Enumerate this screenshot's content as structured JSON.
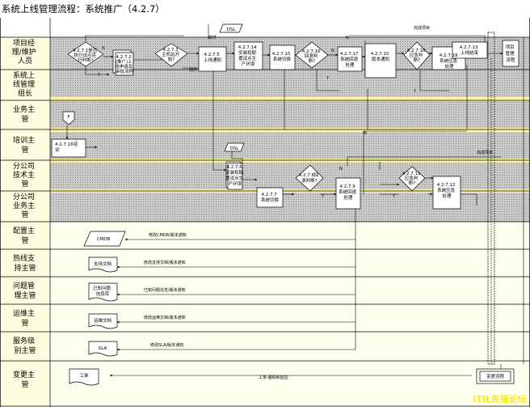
{
  "title": "系统上线管理流程：系统推广（4.2.7）",
  "watermark": "ITIL先锋论坛",
  "lanes": [
    {
      "id": "pm",
      "label": [
        "项目经",
        "理/维护",
        "人员"
      ]
    },
    {
      "id": "gl",
      "label": [
        "系统上",
        "线管理",
        "组长"
      ]
    },
    {
      "id": "biz",
      "label": [
        "业务主",
        "管"
      ]
    },
    {
      "id": "train",
      "label": [
        "培训主",
        "管"
      ]
    },
    {
      "id": "tech",
      "label": [
        "分公司",
        "技术主",
        "管"
      ]
    },
    {
      "id": "bizb",
      "label": [
        "分公司",
        "业务主",
        "管"
      ]
    },
    {
      "id": "cfg",
      "label": [
        "配置主",
        "管"
      ]
    },
    {
      "id": "hot",
      "label": [
        "热线支",
        "持主管"
      ]
    },
    {
      "id": "prob",
      "label": [
        "问题管",
        "理主管"
      ]
    },
    {
      "id": "ops",
      "label": [
        "运维主",
        "管"
      ]
    },
    {
      "id": "sla",
      "label": [
        "服务级",
        "别主管"
      ]
    },
    {
      "id": "chg",
      "label": [
        "变更主",
        "管"
      ]
    }
  ],
  "nodes": {
    "d1": [
      "4.2.7.1是否",
      "执行试点运",
      "行判断?"
    ],
    "b2": [
      "4.2.7.2",
      "(推广)上",
      "线申请及",
      "审批流程"
    ],
    "d3": [
      "4.2.7.3",
      "主机站开",
      "始?"
    ],
    "b5": [
      "4.2.7.5",
      "上线通知"
    ],
    "b14": [
      "4.2.7.14",
      "安装和配",
      "置试点生",
      "产环境"
    ],
    "b15": [
      "4.2.7.15",
      "系统切换"
    ],
    "d16": [
      "4.2.7.16",
      "回滚判",
      "断?"
    ],
    "b17": [
      "4.2.7.17",
      "系统回退",
      "处理"
    ],
    "b10": [
      "4.2.7.10",
      "版本通知"
    ],
    "d18": [
      "4.2.7.18",
      "应急判",
      "断?"
    ],
    "b19": [
      "4.2.7.19",
      "系统应急",
      "处理"
    ],
    "b13": [
      "4.2.7.13",
      "上线结束"
    ],
    "b_end": [
      "项目",
      "管理",
      "流程"
    ],
    "p_f": "F",
    "b16t": [
      "4.2.7.16培",
      "训"
    ],
    "b6": [
      "4.2.7.6",
      "安装和配",
      "置试点生",
      "产环境"
    ],
    "b7": [
      "4.2.7.7",
      "系统切换"
    ],
    "d8": [
      "4.2.7.8回",
      "滚判断?"
    ],
    "b9": [
      "4.2.7.9",
      "系统回退",
      "处理"
    ],
    "d11": [
      "4.2.7.11",
      "应急判",
      "断?"
    ],
    "b12": [
      "4.2.7.12",
      "系统应急",
      "处理"
    ],
    "dsl1": "DSL",
    "dsl2": "DSL",
    "cmdb": "CMDB",
    "doc_hot": "支持文档",
    "doc_prob": [
      "已知问题",
      "信息库"
    ],
    "doc_ops": "运维文档",
    "doc_sla": "SLA",
    "doc_chg": "工单",
    "chg_proc": "变更流程"
  },
  "edge_labels": {
    "yes1": "Y",
    "no1": "N",
    "tb1": "邮件",
    "tb2": "附件",
    "yes2": "Y",
    "no2": "N",
    "y3": "Y",
    "n3": "N",
    "n4": "N",
    "y5": "Y",
    "y6": "Y",
    "n6": "N",
    "y7": "Y",
    "finish_top": "完成项目",
    "finish_mid": "完成项目",
    "cmdb_txt": "修改CMDB/版本通知",
    "hot_txt": "修改支持文档/版本通知",
    "prob_txt": "已知问题信息/版本通知",
    "ops_txt": "修改运维文档/版本通知",
    "sla_txt": "修改SLA/版本通知",
    "chg_txt": "工单-跟踪和监控"
  }
}
